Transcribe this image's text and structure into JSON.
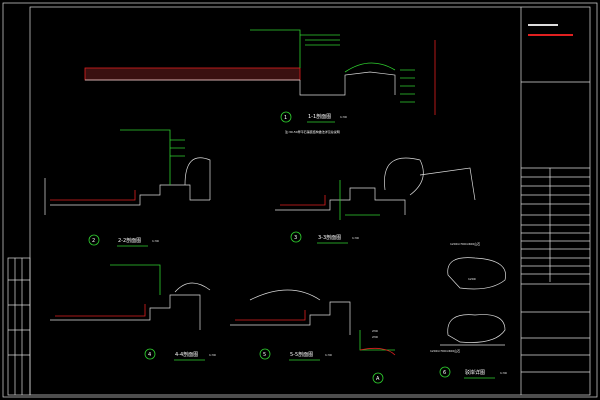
{
  "sections": [
    {
      "num": "1",
      "title": "1-1剖面图",
      "scale": "1:30"
    },
    {
      "num": "2",
      "title": "2-2剖面图",
      "scale": "1:30"
    },
    {
      "num": "3",
      "title": "3-3剖面图",
      "scale": "1:30"
    },
    {
      "num": "4",
      "title": "4-4剖面图",
      "scale": "1:30"
    },
    {
      "num": "5",
      "title": "5-5剖面图",
      "scale": "1:30"
    },
    {
      "num": "6",
      "title": "驳岸详图",
      "scale": "1:30"
    },
    {
      "num": "A",
      "title": "",
      "scale": ""
    }
  ],
  "notes": {
    "note1": "注:30-50厚平石铺装结构做法详见总说明",
    "dims_a": [
      "230",
      "230"
    ],
    "stone_1": "1200×700×600山石",
    "stone_2": "1200×700×600山石",
    "dim_1200": "1200"
  },
  "colors": {
    "bg": "#000000",
    "line": "#2fd12f",
    "accent": "#e02020"
  }
}
